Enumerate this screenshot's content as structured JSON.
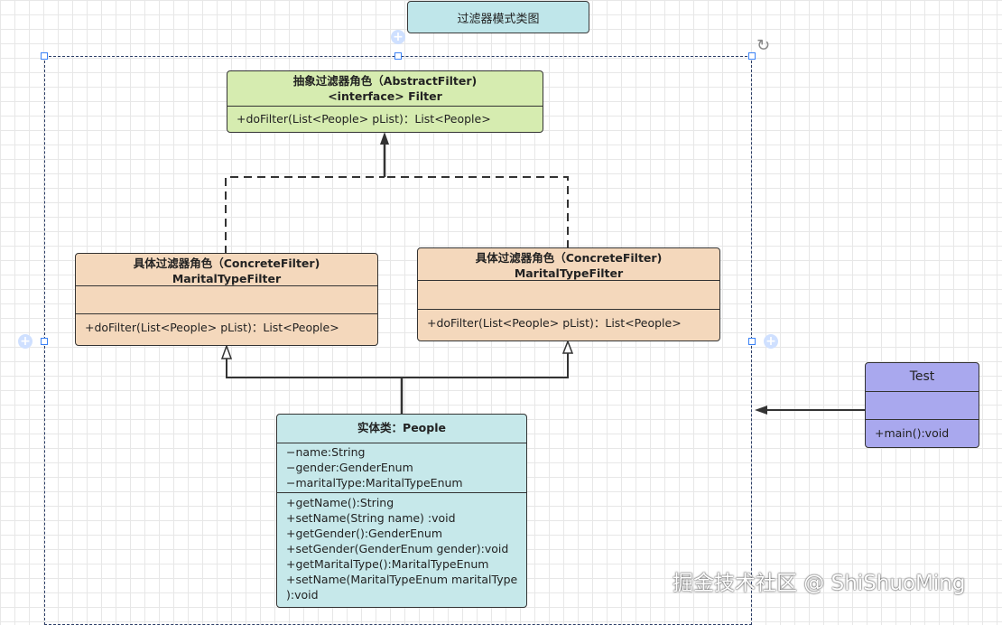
{
  "diagram_title": "过滤器模式类图",
  "abstract_filter": {
    "title_line1": "抽象过滤器角色（AbstractFilter)",
    "title_line2": "<interface> Filter",
    "methods": [
      "+doFilter(List<People> pList)：List<People>"
    ]
  },
  "concrete_filter_left": {
    "title_line1": "具体过滤器角色（ConcreteFilter)",
    "title_line2": "MaritalTypeFilter",
    "methods": [
      "+doFilter(List<People> pList)：List<People>"
    ]
  },
  "concrete_filter_right": {
    "title_line1": "具体过滤器角色（ConcreteFilter)",
    "title_line2": "MaritalTypeFilter",
    "methods": [
      "+doFilter(List<People> pList)：List<People>"
    ]
  },
  "people": {
    "title": "实体类：People",
    "fields": [
      "−name:String",
      "−gender:GenderEnum",
      "−maritalType:MaritalTypeEnum"
    ],
    "methods": [
      "+getName():String",
      "+setName(String name) :void",
      "+getGender():GenderEnum",
      "+setGender(GenderEnum gender):void",
      "+getMaritalType():MaritalTypeEnum",
      "+setName(MaritalTypeEnum maritalType",
      "):void"
    ]
  },
  "test": {
    "title": "Test",
    "methods": [
      "+main():void"
    ]
  },
  "watermark": "掘金技术社区 @ ShiShuoMing",
  "colors": {
    "abstract": "#d6ecb0",
    "concrete": "#f4d8bc",
    "people": "#c6e8ea",
    "test": "#a9a8ee",
    "title_box": "#bfe6ea",
    "selection": "#2b3d66"
  }
}
